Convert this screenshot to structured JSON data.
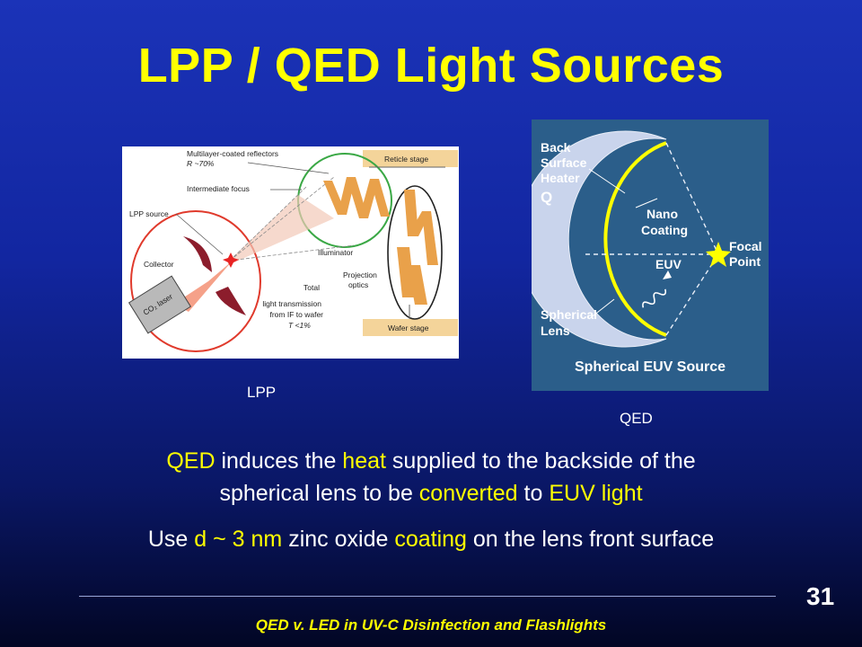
{
  "title": "LPP / QED Light Sources",
  "lpp_figure": {
    "labels": {
      "reflectors": "Multilayer-coated reflectors",
      "reflectance": "R ~70%",
      "intermediate_focus": "Intermediate focus",
      "lpp_source": "LPP source",
      "collector": "Collector",
      "laser": "CO₂ laser",
      "reticle_stage": "Reticle stage",
      "illuminator": "Illuminator",
      "projection": "Projection",
      "optics": "optics",
      "total": "Total",
      "transmission": "light transmission",
      "from_if": "from IF to wafer",
      "t_value": "T <1%",
      "wafer_stage": "Wafer stage"
    }
  },
  "qed_figure": {
    "labels": {
      "back": "Back",
      "surface": "Surface",
      "heater": "Heater",
      "q": "Q",
      "nano": "Nano",
      "coating": "Coating",
      "euv": "EUV",
      "focal": "Focal",
      "point": "Point",
      "spherical": "Spherical",
      "lens": "Lens",
      "caption": "Spherical EUV  Source"
    }
  },
  "captions": {
    "lpp": "LPP",
    "qed": "QED"
  },
  "text1": {
    "a": "QED",
    "b": " induces the ",
    "c": "heat",
    "d": " supplied to the backside of the",
    "e": "spherical lens to be ",
    "f": "converted",
    "g": " to ",
    "h": "EUV light"
  },
  "text2": {
    "a": "Use ",
    "b": "d ~ 3 nm",
    "c": " zinc oxide ",
    "d": "coating",
    "e": " on the lens front surface"
  },
  "page_number": "31",
  "footer": "QED v. LED in UV-C Disinfection  and Flashlights",
  "colors": {
    "accent": "#ffff00",
    "background": "#1226a0"
  }
}
